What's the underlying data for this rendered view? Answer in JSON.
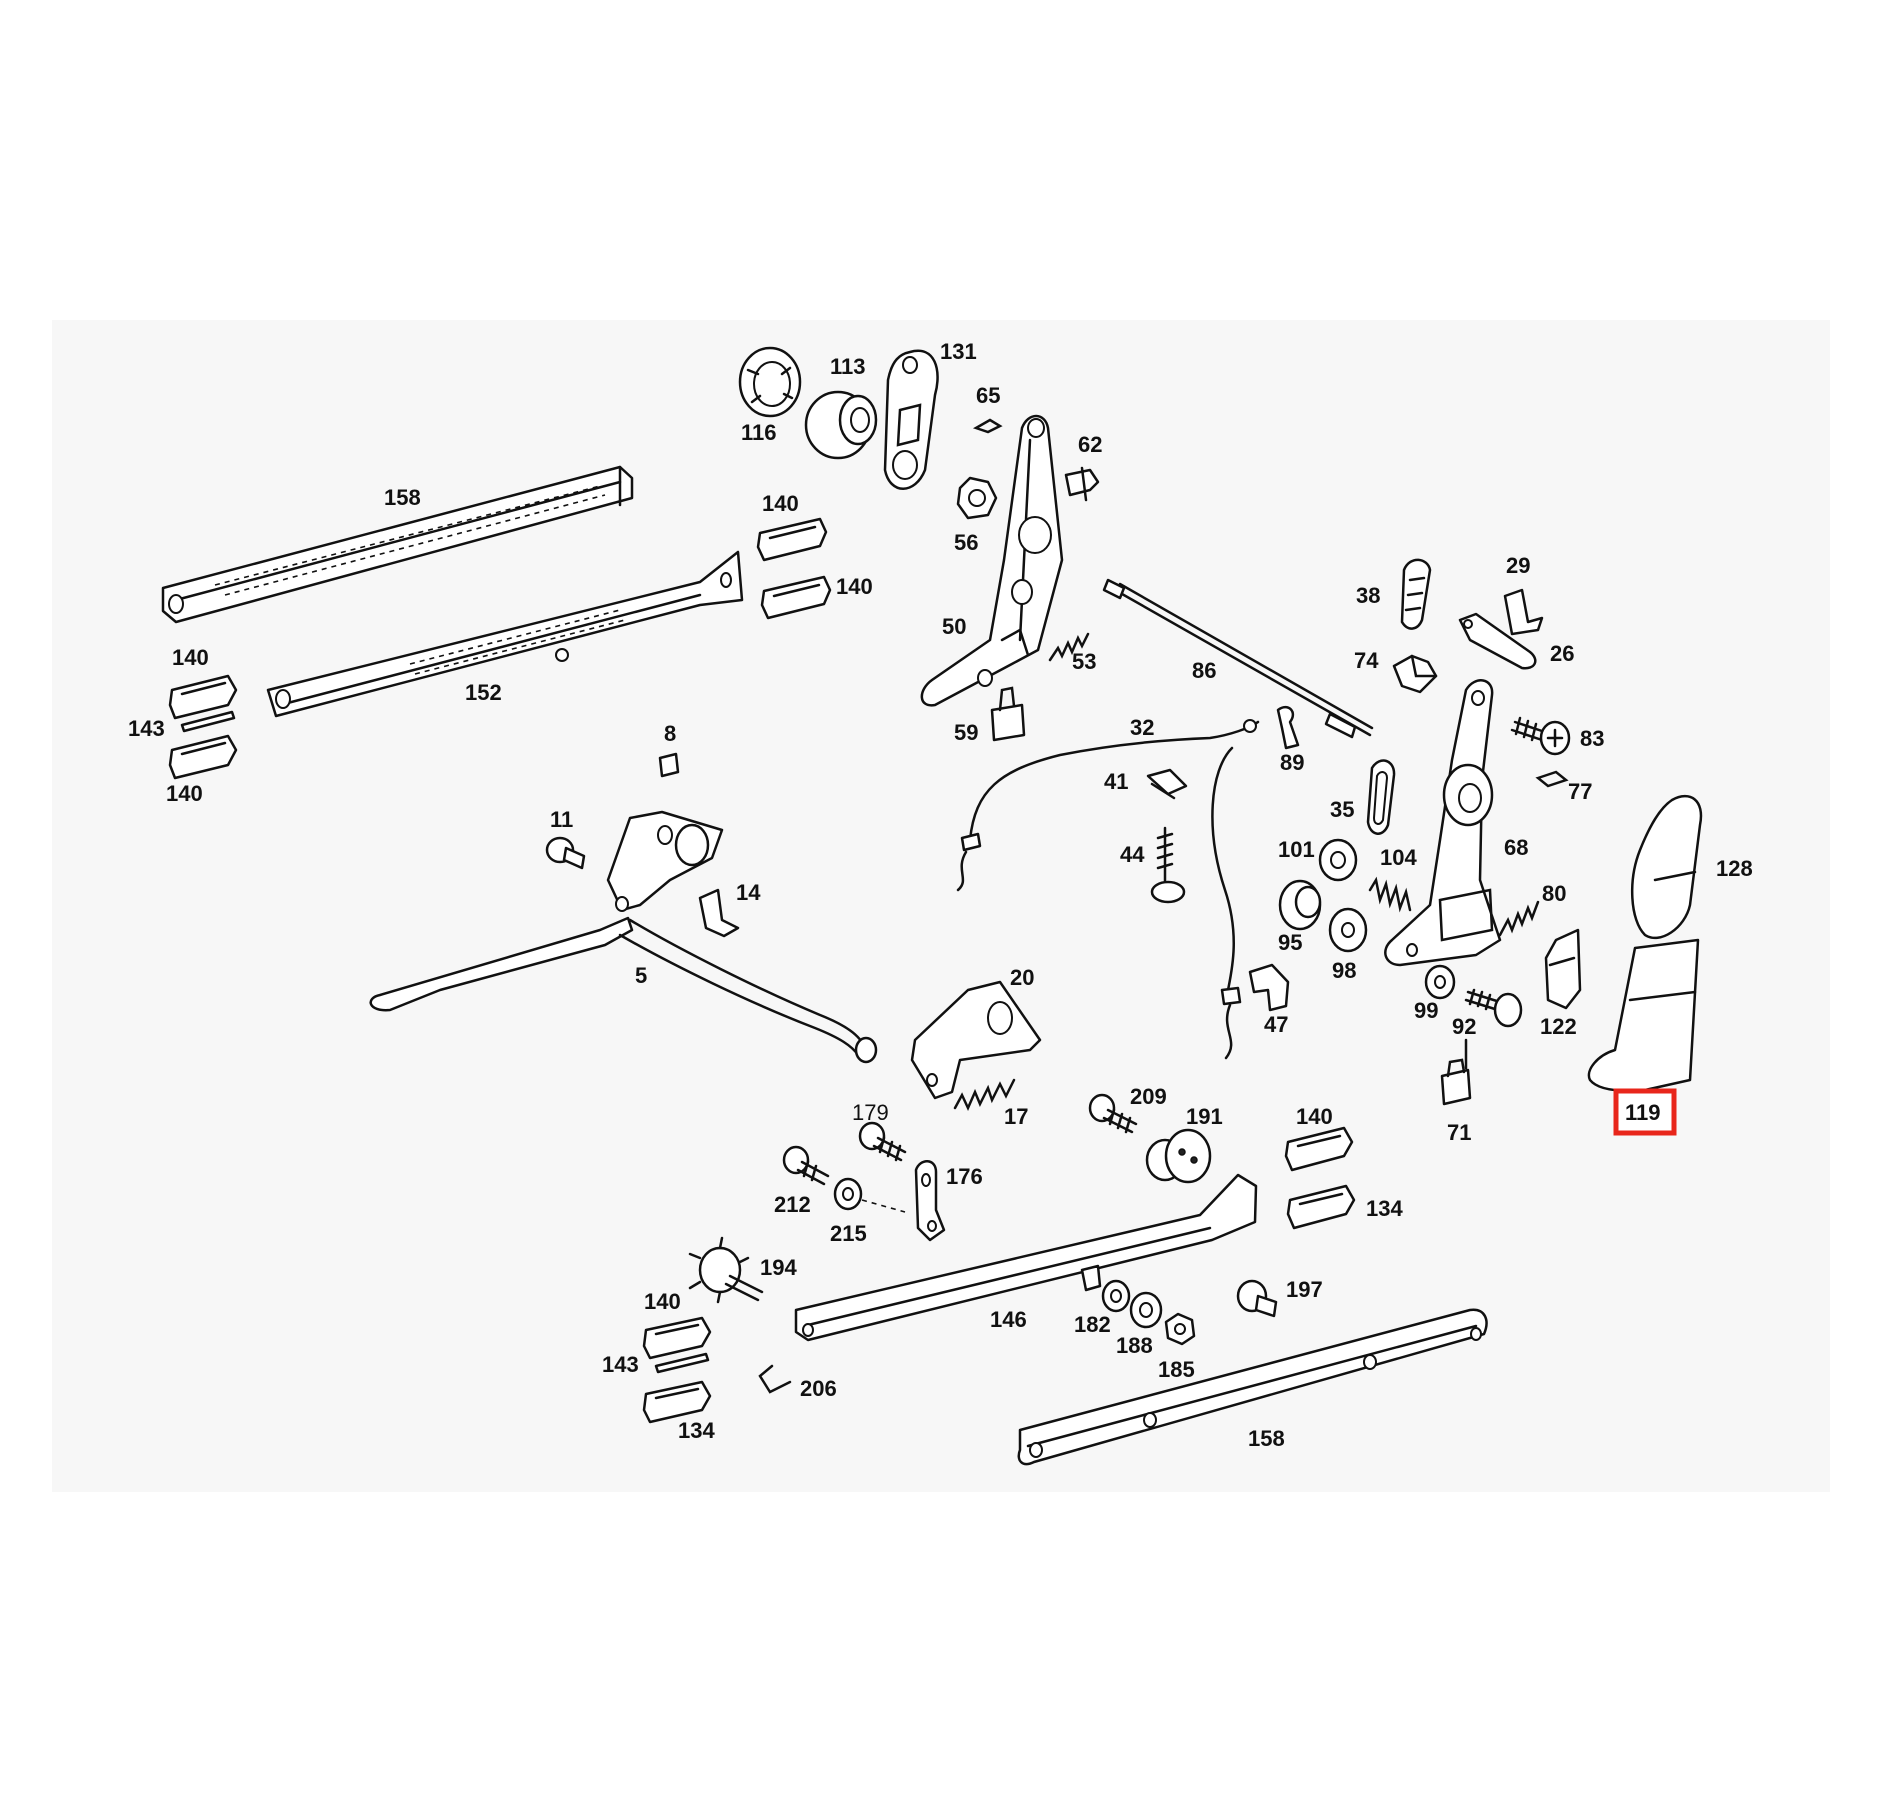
{
  "diagram": {
    "highlight_color": "#e8261b",
    "panel_background": "#f7f7f7",
    "highlighted_label": "119",
    "labels": [
      "158",
      "152",
      "140",
      "140",
      "140",
      "143",
      "140",
      "116",
      "113",
      "131",
      "65",
      "62",
      "56",
      "50",
      "53",
      "59",
      "86",
      "38",
      "29",
      "26",
      "74",
      "83",
      "77",
      "35",
      "89",
      "32",
      "41",
      "44",
      "8",
      "11",
      "14",
      "5",
      "20",
      "17",
      "101",
      "104",
      "95",
      "98",
      "68",
      "80",
      "128",
      "122",
      "119",
      "99",
      "92",
      "71",
      "47",
      "179",
      "212",
      "215",
      "176",
      "209",
      "191",
      "140",
      "134",
      "194",
      "140",
      "143",
      "134",
      "206",
      "146",
      "182",
      "188",
      "185",
      "197",
      "158"
    ]
  }
}
